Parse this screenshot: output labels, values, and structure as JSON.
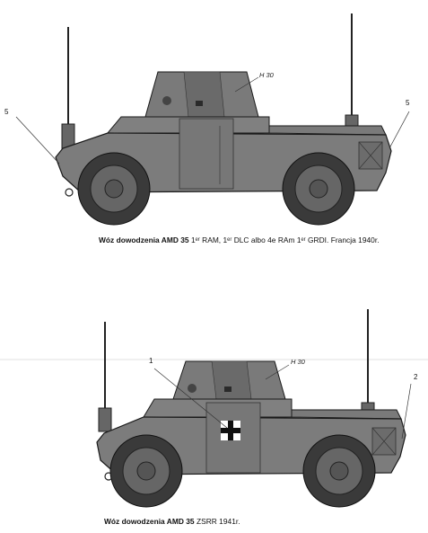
{
  "top": {
    "caption_bold": "Wóz dowodzenia AMD 35",
    "caption_rest": " 1ᵉʳ RAM, 1ᵉʳ DLC albo 4e RAm 1ᵉʳ GRDI. Francja 1940r.",
    "registration": "H 30",
    "callout_left": "5",
    "callout_right": "5"
  },
  "bottom": {
    "caption_bold": "Wóz dowodzenia AMD 35",
    "caption_rest": " ZSRR 1941r.",
    "registration": "H 30",
    "callout_1": "1",
    "callout_2": "2"
  },
  "colors": {
    "hull": "#7c7c7c",
    "hull_dark": "#5a5a5a",
    "tyre": "#3a3a3a",
    "outline": "#1a1a1a"
  }
}
